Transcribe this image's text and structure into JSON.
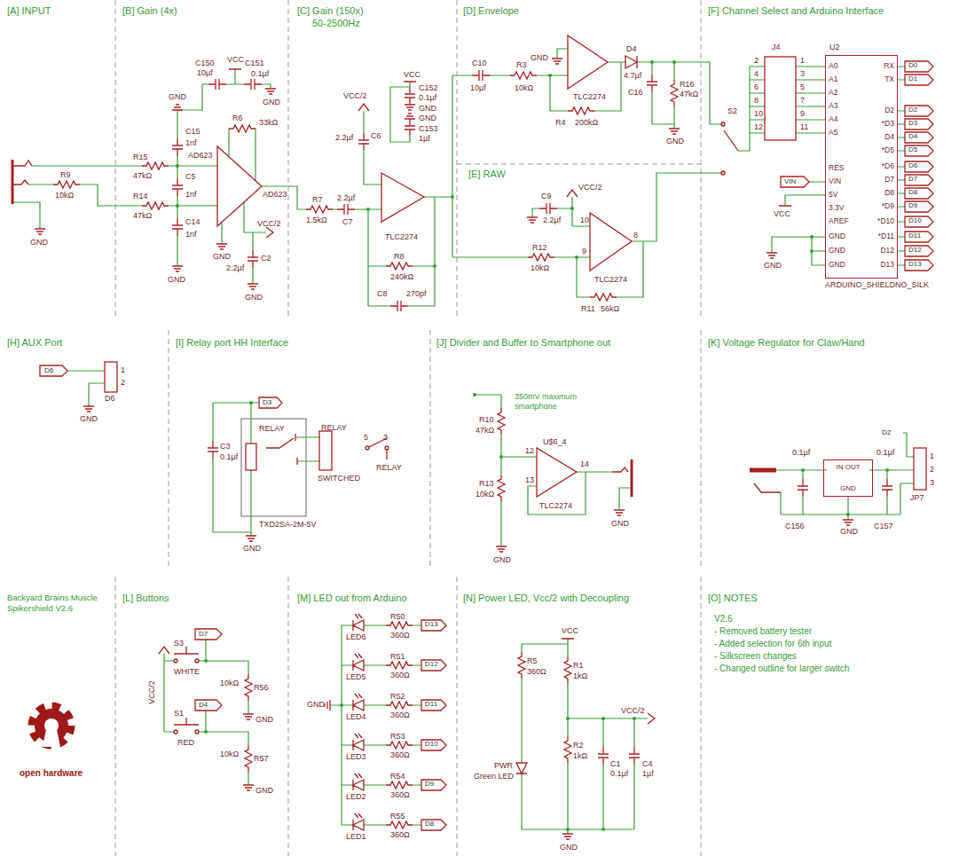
{
  "diagram": {
    "nodes": [
      {
        "text": [
          "A0",
          "A1",
          "A2",
          "A3",
          "A4",
          "A5",
          "RES",
          "VIN",
          "5V",
          "3.3V",
          "AREF",
          "GND",
          "GND",
          "GND",
          "RX",
          "TX",
          "D2",
          "*D3",
          "D4",
          "*D5",
          "*D6",
          "D7",
          "D8",
          "*D9",
          "*D10",
          "*D11",
          "D12",
          "D13"
        ]
      },
      {
        "text": [
          "IN OUT",
          "GND"
        ]
      }
    ],
    "labels": [
      "[A] INPUT",
      "[B] Gain (4x)",
      "[C] Gain (150x)",
      "50-2500Hz",
      "[D] Envelope",
      "[E] RAW",
      "[F] Channel Select and Arduino Interface",
      "R9",
      "10kΩ",
      "GND",
      "R15",
      "47kΩ",
      "R14",
      "47kΩ",
      "GND",
      "C15",
      "1nf",
      "C5",
      "1nf",
      "C14",
      "1nf",
      "GND",
      "AD623",
      "AD623",
      "C150",
      "10µf",
      "VCC",
      "C151",
      "0.1µf",
      "GND",
      "R6",
      "33kΩ",
      "VCC/2",
      "2.2µf",
      "C2",
      "GND",
      "GND",
      "VCC/2",
      "2.2µf",
      "C6",
      "R7",
      "1.5kΩ",
      "2.2µf",
      "C7",
      "TLC2274",
      "VCC",
      "C152",
      "0.1µf",
      "GND",
      "GND",
      "C153",
      "1µf",
      "R8",
      "240kΩ",
      "C8",
      "270pf",
      "C10",
      "10µf",
      "R3",
      "10kΩ",
      "GND",
      "TLC2274",
      "R4",
      "200kΩ",
      "D4",
      "4.7µf",
      "C16",
      "R16",
      "47kΩ",
      "GND",
      "VCC/2",
      "C9",
      "2.2µf",
      "10",
      "9",
      "8",
      "TLC2274",
      "R12",
      "10kΩ",
      "R11",
      "56kΩ",
      "J4",
      "2",
      "4",
      "6",
      "8",
      "10",
      "12",
      "1",
      "3",
      "5",
      "7",
      "9",
      "11",
      "U2",
      "S2",
      "VIN",
      "VCC",
      "GND",
      "ARDUINO_SHIELDNO_SILK",
      "D0",
      "D1",
      "D2",
      "D3",
      "D4",
      "D5",
      "D6",
      "D7",
      "D8",
      "D9",
      "D10",
      "D11",
      "D12",
      "D13",
      "[H] AUX Port",
      "[I] Relay port HH Interface",
      "[J] Divider and Buffer to Smartphone out",
      "[K] Voltage Regulator for Claw/Hand",
      "D6",
      "1",
      "2",
      "D6",
      "GND",
      "D3",
      "C3",
      "0.1µf",
      "RELAY",
      "RELAY",
      "SWITCHED",
      "TXD2SA-2M-5V",
      "GND",
      "5",
      "3",
      "RELAY",
      "R10",
      "47kΩ",
      "350mV maximum smartphone",
      "U$6_4",
      "12",
      "13",
      "14",
      "R13",
      "10kΩ",
      "TLC2274",
      "GND",
      "GND",
      "D2",
      "0.1µf",
      "0.1µf",
      "C156",
      "GND",
      "C157",
      "JP7",
      "1",
      "2",
      "3",
      "Backyard Brains Muscle Spikershield V2.6",
      "[L] Buttons",
      "[M] LED out from Arduino",
      "[N] Power LED, Vcc/2 with Decoupling",
      "[O] NOTES",
      "V2.6",
      "- Removed battery tester",
      "- Added selection for 6th input",
      "- Silkscreen changes",
      "- Changed outline for larger switch",
      "open hardware",
      "VCC/2",
      "S3",
      "D7",
      "WHITE",
      "S1",
      "RED",
      "D4",
      "10kΩ",
      "R56",
      "GND",
      "10kΩ",
      "R57",
      "GND",
      "R50",
      "360Ω",
      "D13",
      "LED6",
      "R51",
      "360Ω",
      "D12",
      "LED5",
      "R52",
      "360Ω",
      "D11",
      "LED4",
      "R53",
      "360Ω",
      "D10",
      "LED3",
      "R54",
      "360Ω",
      "D9",
      "LED2",
      "R55",
      "360Ω",
      "D8",
      "LED1",
      "GND",
      "VCC",
      "R5",
      "360Ω",
      "R1",
      "1kΩ",
      "VCC/2",
      "R2",
      "1kΩ",
      "C1",
      "0.1µf",
      "C4",
      "1µf",
      "PWR",
      "Green LED",
      "GND"
    ]
  }
}
